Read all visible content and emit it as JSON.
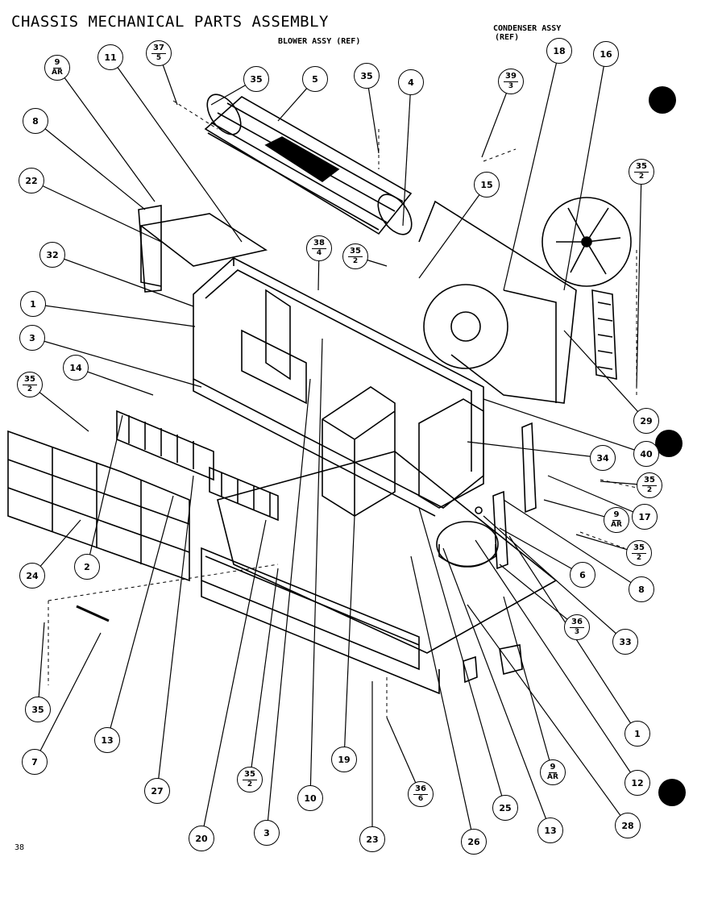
{
  "header": {
    "title": "CHASSIS MECHANICAL PARTS ASSEMBLY",
    "blower_ref": "BLOWER ASSY (REF)",
    "condenser_ref_line1": "CONDENSER ASSY",
    "condenser_ref_line2": "(REF)"
  },
  "page_number": "38",
  "callouts": [
    {
      "top": "9",
      "bottom": "AR"
    },
    {
      "top": "11"
    },
    {
      "top": "37",
      "bottom": "5"
    },
    {
      "top": "35"
    },
    {
      "top": "5"
    },
    {
      "top": "35"
    },
    {
      "top": "4"
    },
    {
      "top": "39",
      "bottom": "3"
    },
    {
      "top": "18"
    },
    {
      "top": "16"
    },
    {
      "top": "8"
    },
    {
      "top": "22"
    },
    {
      "top": "15"
    },
    {
      "top": "35",
      "bottom": "2"
    },
    {
      "top": "32"
    },
    {
      "top": "38",
      "bottom": "4"
    },
    {
      "top": "35",
      "bottom": "2"
    },
    {
      "top": "1"
    },
    {
      "top": "3"
    },
    {
      "top": "14"
    },
    {
      "top": "35",
      "bottom": "2"
    },
    {
      "top": "29"
    },
    {
      "top": "40"
    },
    {
      "top": "34"
    },
    {
      "top": "35",
      "bottom": "2"
    },
    {
      "top": "17"
    },
    {
      "top": "9",
      "bottom": "AR"
    },
    {
      "top": "35",
      "bottom": "2"
    },
    {
      "top": "24"
    },
    {
      "top": "2"
    },
    {
      "top": "6"
    },
    {
      "top": "8"
    },
    {
      "top": "36",
      "bottom": "3"
    },
    {
      "top": "33"
    },
    {
      "top": "35"
    },
    {
      "top": "7"
    },
    {
      "top": "13"
    },
    {
      "top": "1"
    },
    {
      "top": "19"
    },
    {
      "top": "9",
      "bottom": "AR"
    },
    {
      "top": "12"
    },
    {
      "top": "35",
      "bottom": "2"
    },
    {
      "top": "36",
      "bottom": "6"
    },
    {
      "top": "27"
    },
    {
      "top": "10"
    },
    {
      "top": "25"
    },
    {
      "top": "13"
    },
    {
      "top": "28"
    },
    {
      "top": "20"
    },
    {
      "top": "3"
    },
    {
      "top": "23"
    },
    {
      "top": "26"
    }
  ]
}
